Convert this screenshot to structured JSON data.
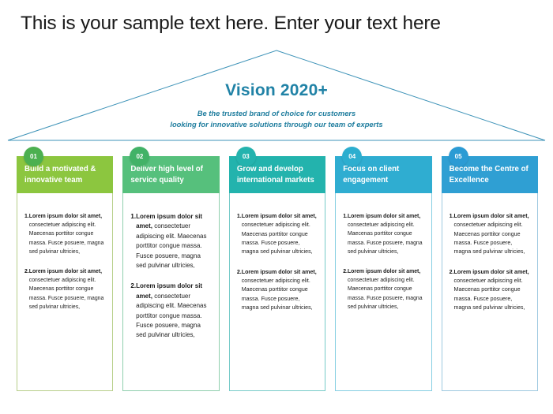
{
  "slide": {
    "title": "This is your sample text here. Enter your text here"
  },
  "vision": {
    "heading": "Vision 2020+",
    "subtitle_line1": "Be the trusted brand of choice for customers",
    "subtitle_line2": "looking for innovative solutions through our team of experts",
    "heading_color": "#2082a6",
    "subtitle_color": "#1f7d9e",
    "roof_stroke_color": "#3e93b8"
  },
  "columns": [
    {
      "number": "01",
      "badge_color": "#4cb050",
      "header_color": "#8cc63f",
      "border_color": "#b7cf8a",
      "title": "Build a motivated & innovative team",
      "text_style": "style-a",
      "items": [
        {
          "num": "1.",
          "bold": "Lorem ipsum dolor sit amet,",
          "rest": " consectetuer adipiscing elit. Maecenas porttitor congue massa. Fusce posuere, magna sed pulvinar ultricies,"
        },
        {
          "num": "2.",
          "bold": "Lorem ipsum dolor sit amet,",
          "rest": " consectetuer adipiscing elit. Maecenas porttitor congue massa. Fusce posuere, magna sed pulvinar ultricies,"
        }
      ]
    },
    {
      "number": "02",
      "badge_color": "#42b267",
      "header_color": "#56c07c",
      "border_color": "#8fcfae",
      "title": "Deliver  high level of service quality",
      "text_style": "style-b",
      "items": [
        {
          "num": "1.",
          "bold": "Lorem ipsum dolor sit amet,",
          "rest": " consectetuer adipiscing elit. Maecenas porttitor congue massa. Fusce posuere, magna sed pulvinar ultricies,"
        },
        {
          "num": "2.",
          "bold": "Lorem ipsum dolor sit amet,",
          "rest": " consectetuer adipiscing elit. Maecenas porttitor congue massa. Fusce posuere, magna sed pulvinar ultricies,"
        }
      ]
    },
    {
      "number": "03",
      "badge_color": "#24b3ae",
      "header_color": "#23b3ad",
      "border_color": "#77cbc9",
      "title": "Grow and develop international markets",
      "text_style": "style-c",
      "items": [
        {
          "num": "1.",
          "bold": "Lorem ipsum dolor sit amet,",
          "rest": " consectetuer adipiscing elit. Maecenas porttitor congue massa. Fusce posuere, magna sed pulvinar ultricies,"
        },
        {
          "num": "2.",
          "bold": "Lorem ipsum dolor sit amet,",
          "rest": " consectetuer adipiscing elit. Maecenas porttitor congue massa. Fusce posuere, magna sed pulvinar ultricies,"
        }
      ]
    },
    {
      "number": "04",
      "badge_color": "#2caecf",
      "header_color": "#2fadd1",
      "border_color": "#86cfe2",
      "title": "Focus on client engagement",
      "text_style": "style-a",
      "items": [
        {
          "num": "1.",
          "bold": "Lorem ipsum dolor sit amet,",
          "rest": " consectetuer adipiscing elit. Maecenas porttitor congue massa. Fusce posuere, magna sed pulvinar ultricies,"
        },
        {
          "num": "2.",
          "bold": "Lorem ipsum dolor sit amet,",
          "rest": " consectetuer adipiscing elit. Maecenas porttitor congue massa. Fusce posuere, magna sed pulvinar ultricies,"
        }
      ]
    },
    {
      "number": "05",
      "badge_color": "#2b9bd4",
      "header_color": "#2f9fd3",
      "border_color": "#9ec9e0",
      "title": "Become the Centre of Excellence",
      "text_style": "style-c",
      "items": [
        {
          "num": "1.",
          "bold": "Lorem ipsum dolor sit amet,",
          "rest": " consectetuer adipiscing elit. Maecenas porttitor congue massa. Fusce posuere, magna sed pulvinar ultricies,"
        },
        {
          "num": "2.",
          "bold": "Lorem ipsum dolor sit amet,",
          "rest": " consectetuer adipiscing elit. Maecenas porttitor congue massa. Fusce posuere, magna sed pulvinar ultricies,"
        }
      ]
    }
  ]
}
